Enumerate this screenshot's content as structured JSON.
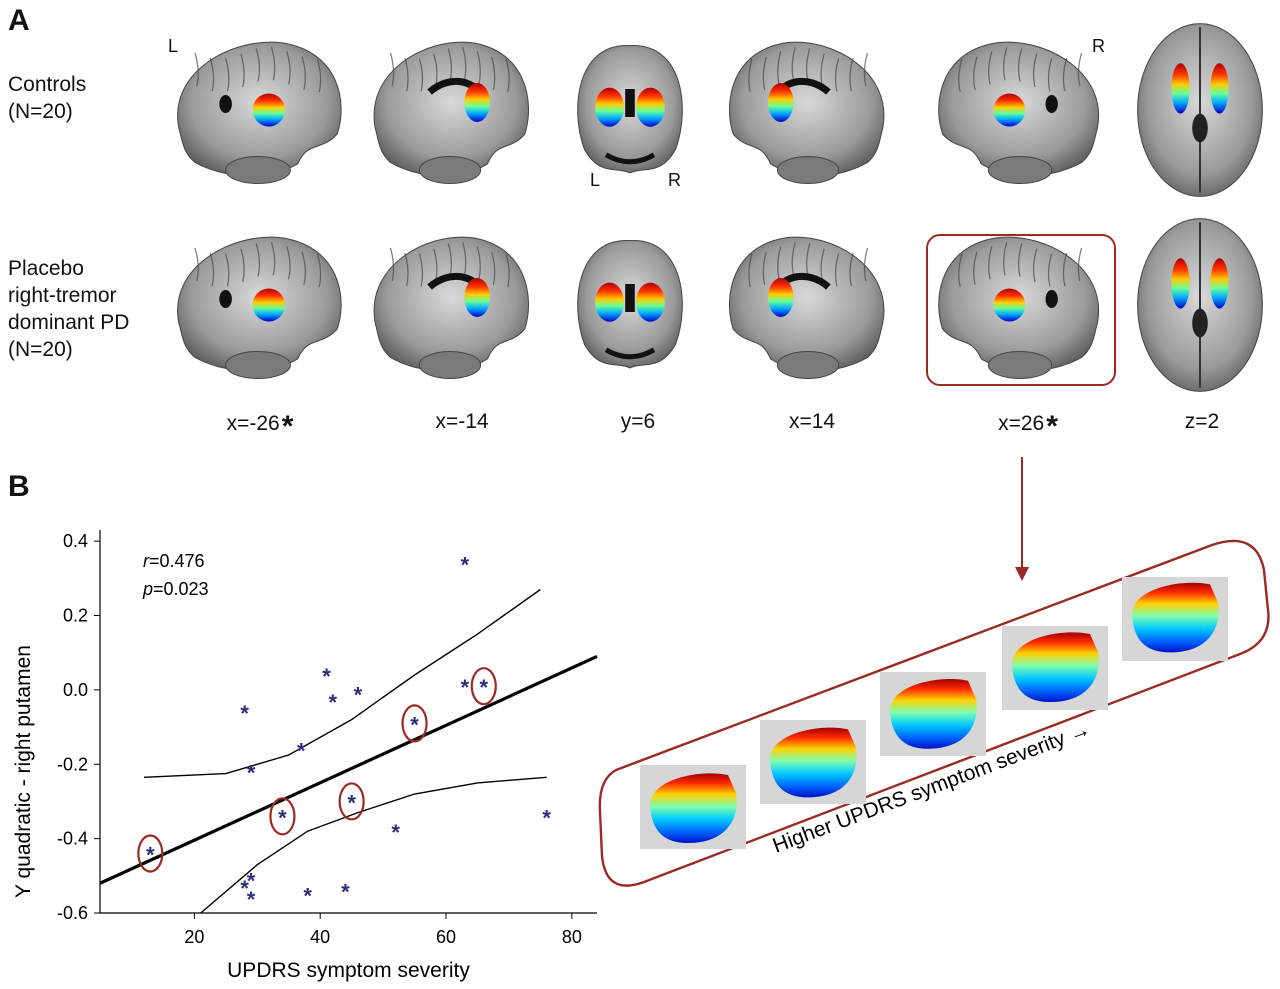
{
  "panel_a": {
    "letter": "A",
    "row1_label": [
      "Controls",
      "(N=20)"
    ],
    "row2_label": [
      "Placebo",
      "right-tremor",
      "dominant PD",
      "(N=20)"
    ],
    "corner_left": "L",
    "corner_right": "R",
    "coronal_left": "L",
    "coronal_right": "R",
    "slices": [
      {
        "label": "x=-26",
        "star": "*"
      },
      {
        "label": "x=-14",
        "star": ""
      },
      {
        "label": "y=6",
        "star": ""
      },
      {
        "label": "x=14",
        "star": ""
      },
      {
        "label": "x=26",
        "star": "*"
      },
      {
        "label": "z=2",
        "star": ""
      }
    ]
  },
  "panel_b": {
    "letter": "B",
    "stat_r_symbol": "r",
    "stat_r_value": "=0.476",
    "stat_p_symbol": "p",
    "stat_p_value": "=0.023",
    "severity_caption": "Higher UPDRS symptom severity"
  },
  "colors": {
    "highlight_box": "#9c2a22",
    "marker": "#2b2f7a",
    "line": "#000000"
  },
  "chart_data": {
    "type": "scatter",
    "title": "",
    "xlabel": "UPDRS symptom severity",
    "ylabel": "Y quadratic - right putamen",
    "xlim": [
      5,
      84
    ],
    "ylim": [
      -0.6,
      0.43
    ],
    "xticks": [
      20,
      40,
      60,
      80
    ],
    "yticks": [
      0.4,
      0.2,
      0.0,
      -0.2,
      -0.4,
      -0.6
    ],
    "ytick_labels": [
      "0.4",
      "0.2",
      "0.0",
      "-0.2",
      "-0.4",
      "-0.6"
    ],
    "grid": false,
    "marker": "*",
    "points": [
      {
        "x": 13,
        "y": -0.44,
        "circled": true
      },
      {
        "x": 28,
        "y": -0.06,
        "circled": false
      },
      {
        "x": 29,
        "y": -0.22,
        "circled": false
      },
      {
        "x": 28,
        "y": -0.53,
        "circled": false
      },
      {
        "x": 29,
        "y": -0.51,
        "circled": false
      },
      {
        "x": 29,
        "y": -0.56,
        "circled": false
      },
      {
        "x": 34,
        "y": -0.34,
        "circled": true
      },
      {
        "x": 37,
        "y": -0.16,
        "circled": false
      },
      {
        "x": 38,
        "y": -0.55,
        "circled": false
      },
      {
        "x": 41,
        "y": 0.04,
        "circled": false
      },
      {
        "x": 42,
        "y": -0.03,
        "circled": false
      },
      {
        "x": 44,
        "y": -0.54,
        "circled": false
      },
      {
        "x": 45,
        "y": -0.3,
        "circled": true
      },
      {
        "x": 46,
        "y": -0.01,
        "circled": false
      },
      {
        "x": 52,
        "y": -0.38,
        "circled": false
      },
      {
        "x": 55,
        "y": -0.09,
        "circled": true
      },
      {
        "x": 63,
        "y": 0.34,
        "circled": false
      },
      {
        "x": 63,
        "y": 0.01,
        "circled": false
      },
      {
        "x": 66,
        "y": 0.01,
        "circled": true
      },
      {
        "x": 76,
        "y": -0.34,
        "circled": false
      }
    ],
    "fit_line": {
      "x": [
        5,
        84
      ],
      "y": [
        -0.52,
        0.09
      ]
    },
    "ci_upper": {
      "x": [
        12,
        25,
        35,
        45,
        55,
        65,
        75
      ],
      "y": [
        -0.235,
        -0.225,
        -0.175,
        -0.08,
        0.04,
        0.15,
        0.27
      ]
    },
    "ci_lower": {
      "x": [
        21,
        30,
        38,
        46,
        55,
        65,
        76
      ],
      "y": [
        -0.6,
        -0.47,
        -0.38,
        -0.33,
        -0.28,
        -0.25,
        -0.235
      ]
    }
  },
  "putamen_progression": [
    0.0,
    0.25,
    0.5,
    0.75,
    1.0
  ]
}
